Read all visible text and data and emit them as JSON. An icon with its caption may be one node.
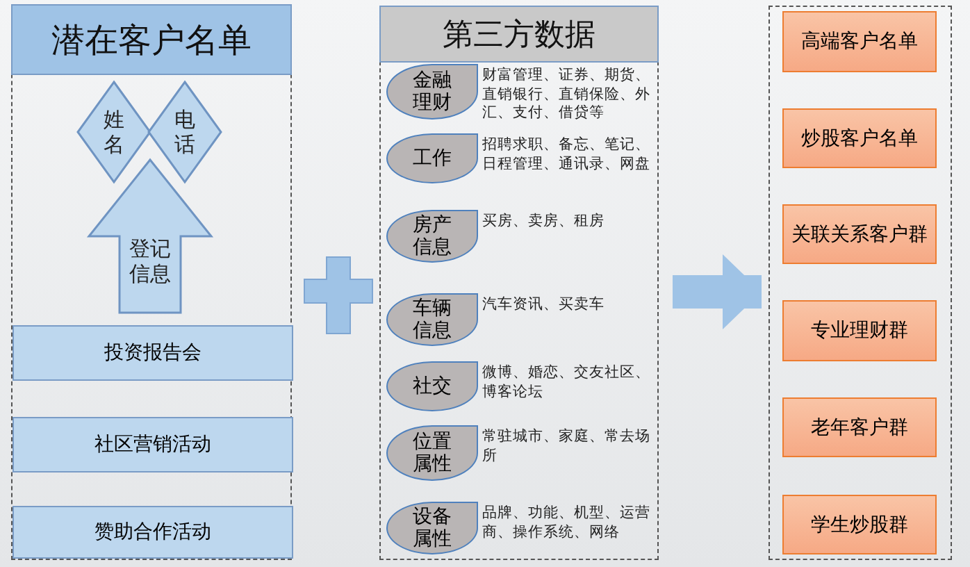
{
  "diagram": {
    "nodes": [
      {
        "text": [
          "潜在客户名单"
        ]
      },
      {
        "text": [
          "姓名"
        ],
        "in": 0
      },
      {
        "text": [
          "电话"
        ],
        "in": 0
      },
      {
        "text": [
          "登记信息"
        ],
        "in": 0
      },
      {
        "text": [
          "投资报告会"
        ],
        "in": 0
      },
      {
        "text": [
          "社区营销活动"
        ],
        "in": 0
      },
      {
        "text": [
          "赞助合作活动"
        ],
        "in": 0
      },
      {
        "text": [
          "第三方数据"
        ]
      },
      {
        "text": [
          "金融理财"
        ],
        "in": 7,
        "beside": [
          "财富管理、证券、期货、直销银行、直销保险、外汇、支付、借贷等"
        ]
      },
      {
        "text": [
          "工作"
        ],
        "in": 7,
        "beside": [
          "招聘求职、备忘、笔记、日程管理、通讯录、网盘"
        ]
      },
      {
        "text": [
          "房产信息"
        ],
        "in": 7,
        "beside": [
          "买房、卖房、租房"
        ]
      },
      {
        "text": [
          "车辆信息"
        ],
        "in": 7,
        "beside": [
          "汽车资讯、买卖车"
        ]
      },
      {
        "text": [
          "社交"
        ],
        "in": 7,
        "beside": [
          "微博、婚恋、交友社区、博客论坛"
        ]
      },
      {
        "text": [
          "位置属性"
        ],
        "in": 7,
        "beside": [
          "常驻城市、家庭、常去场所"
        ]
      },
      {
        "text": [
          "设备属性"
        ],
        "in": 7,
        "beside": [
          "品牌、功能、机型、运营商、操作系统、网络"
        ]
      },
      {
        "text": [],
        "shape": "box"
      },
      {
        "text": [
          "高端客户名单"
        ],
        "in": 15
      },
      {
        "text": [
          "炒股客户名单"
        ],
        "in": 15
      },
      {
        "text": [
          "关联关系客户群"
        ],
        "in": 15
      },
      {
        "text": [
          "专业理财群"
        ],
        "in": 15
      },
      {
        "text": [
          "老年客户群"
        ],
        "in": 15
      },
      {
        "text": [
          "学生炒股群"
        ],
        "in": 15
      }
    ],
    "edges": [
      {
        "from": 7,
        "to": 15,
        "arrow": "to"
      }
    ]
  }
}
